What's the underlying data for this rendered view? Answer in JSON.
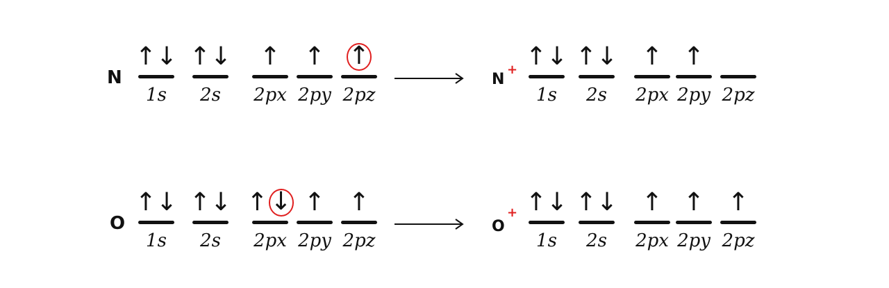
{
  "rows": [
    {
      "left": {
        "symbol": "N",
        "orbitals": [
          {
            "label": "1s",
            "electrons": "↑↓",
            "circled": "none"
          },
          {
            "label": "2s",
            "electrons": "↑↓",
            "circled": "none"
          },
          {
            "label": "2px",
            "electrons": "↑",
            "circled": "none"
          },
          {
            "label": "2py",
            "electrons": "↑",
            "circled": "none"
          },
          {
            "label": "2pz",
            "electrons": "↑",
            "circled": "up"
          }
        ]
      },
      "arrow": "→",
      "right": {
        "symbol": "N",
        "charge": "+",
        "orbitals": [
          {
            "label": "1s",
            "electrons": "↑↓"
          },
          {
            "label": "2s",
            "electrons": "↑↓"
          },
          {
            "label": "2px",
            "electrons": "↑"
          },
          {
            "label": "2py",
            "electrons": "↑"
          },
          {
            "label": "2pz",
            "electrons": ""
          }
        ]
      }
    },
    {
      "left": {
        "symbol": "O",
        "orbitals": [
          {
            "label": "1s",
            "electrons": "↑↓",
            "circled": "none"
          },
          {
            "label": "2s",
            "electrons": "↑↓",
            "circled": "none"
          },
          {
            "label": "2px",
            "electrons": "↑↓",
            "circled": "down"
          },
          {
            "label": "2py",
            "electrons": "↑",
            "circled": "none"
          },
          {
            "label": "2pz",
            "electrons": "↑",
            "circled": "none"
          }
        ]
      },
      "arrow": "→",
      "right": {
        "symbol": "O",
        "charge": "+",
        "orbitals": [
          {
            "label": "1s",
            "electrons": "↑↓"
          },
          {
            "label": "2s",
            "electrons": "↑↓"
          },
          {
            "label": "2px",
            "electrons": "↑"
          },
          {
            "label": "2py",
            "electrons": "↑"
          },
          {
            "label": "2pz",
            "electrons": "↑"
          }
        ]
      }
    }
  ],
  "colors": {
    "ink": "#111111",
    "highlight": "#e02020"
  }
}
